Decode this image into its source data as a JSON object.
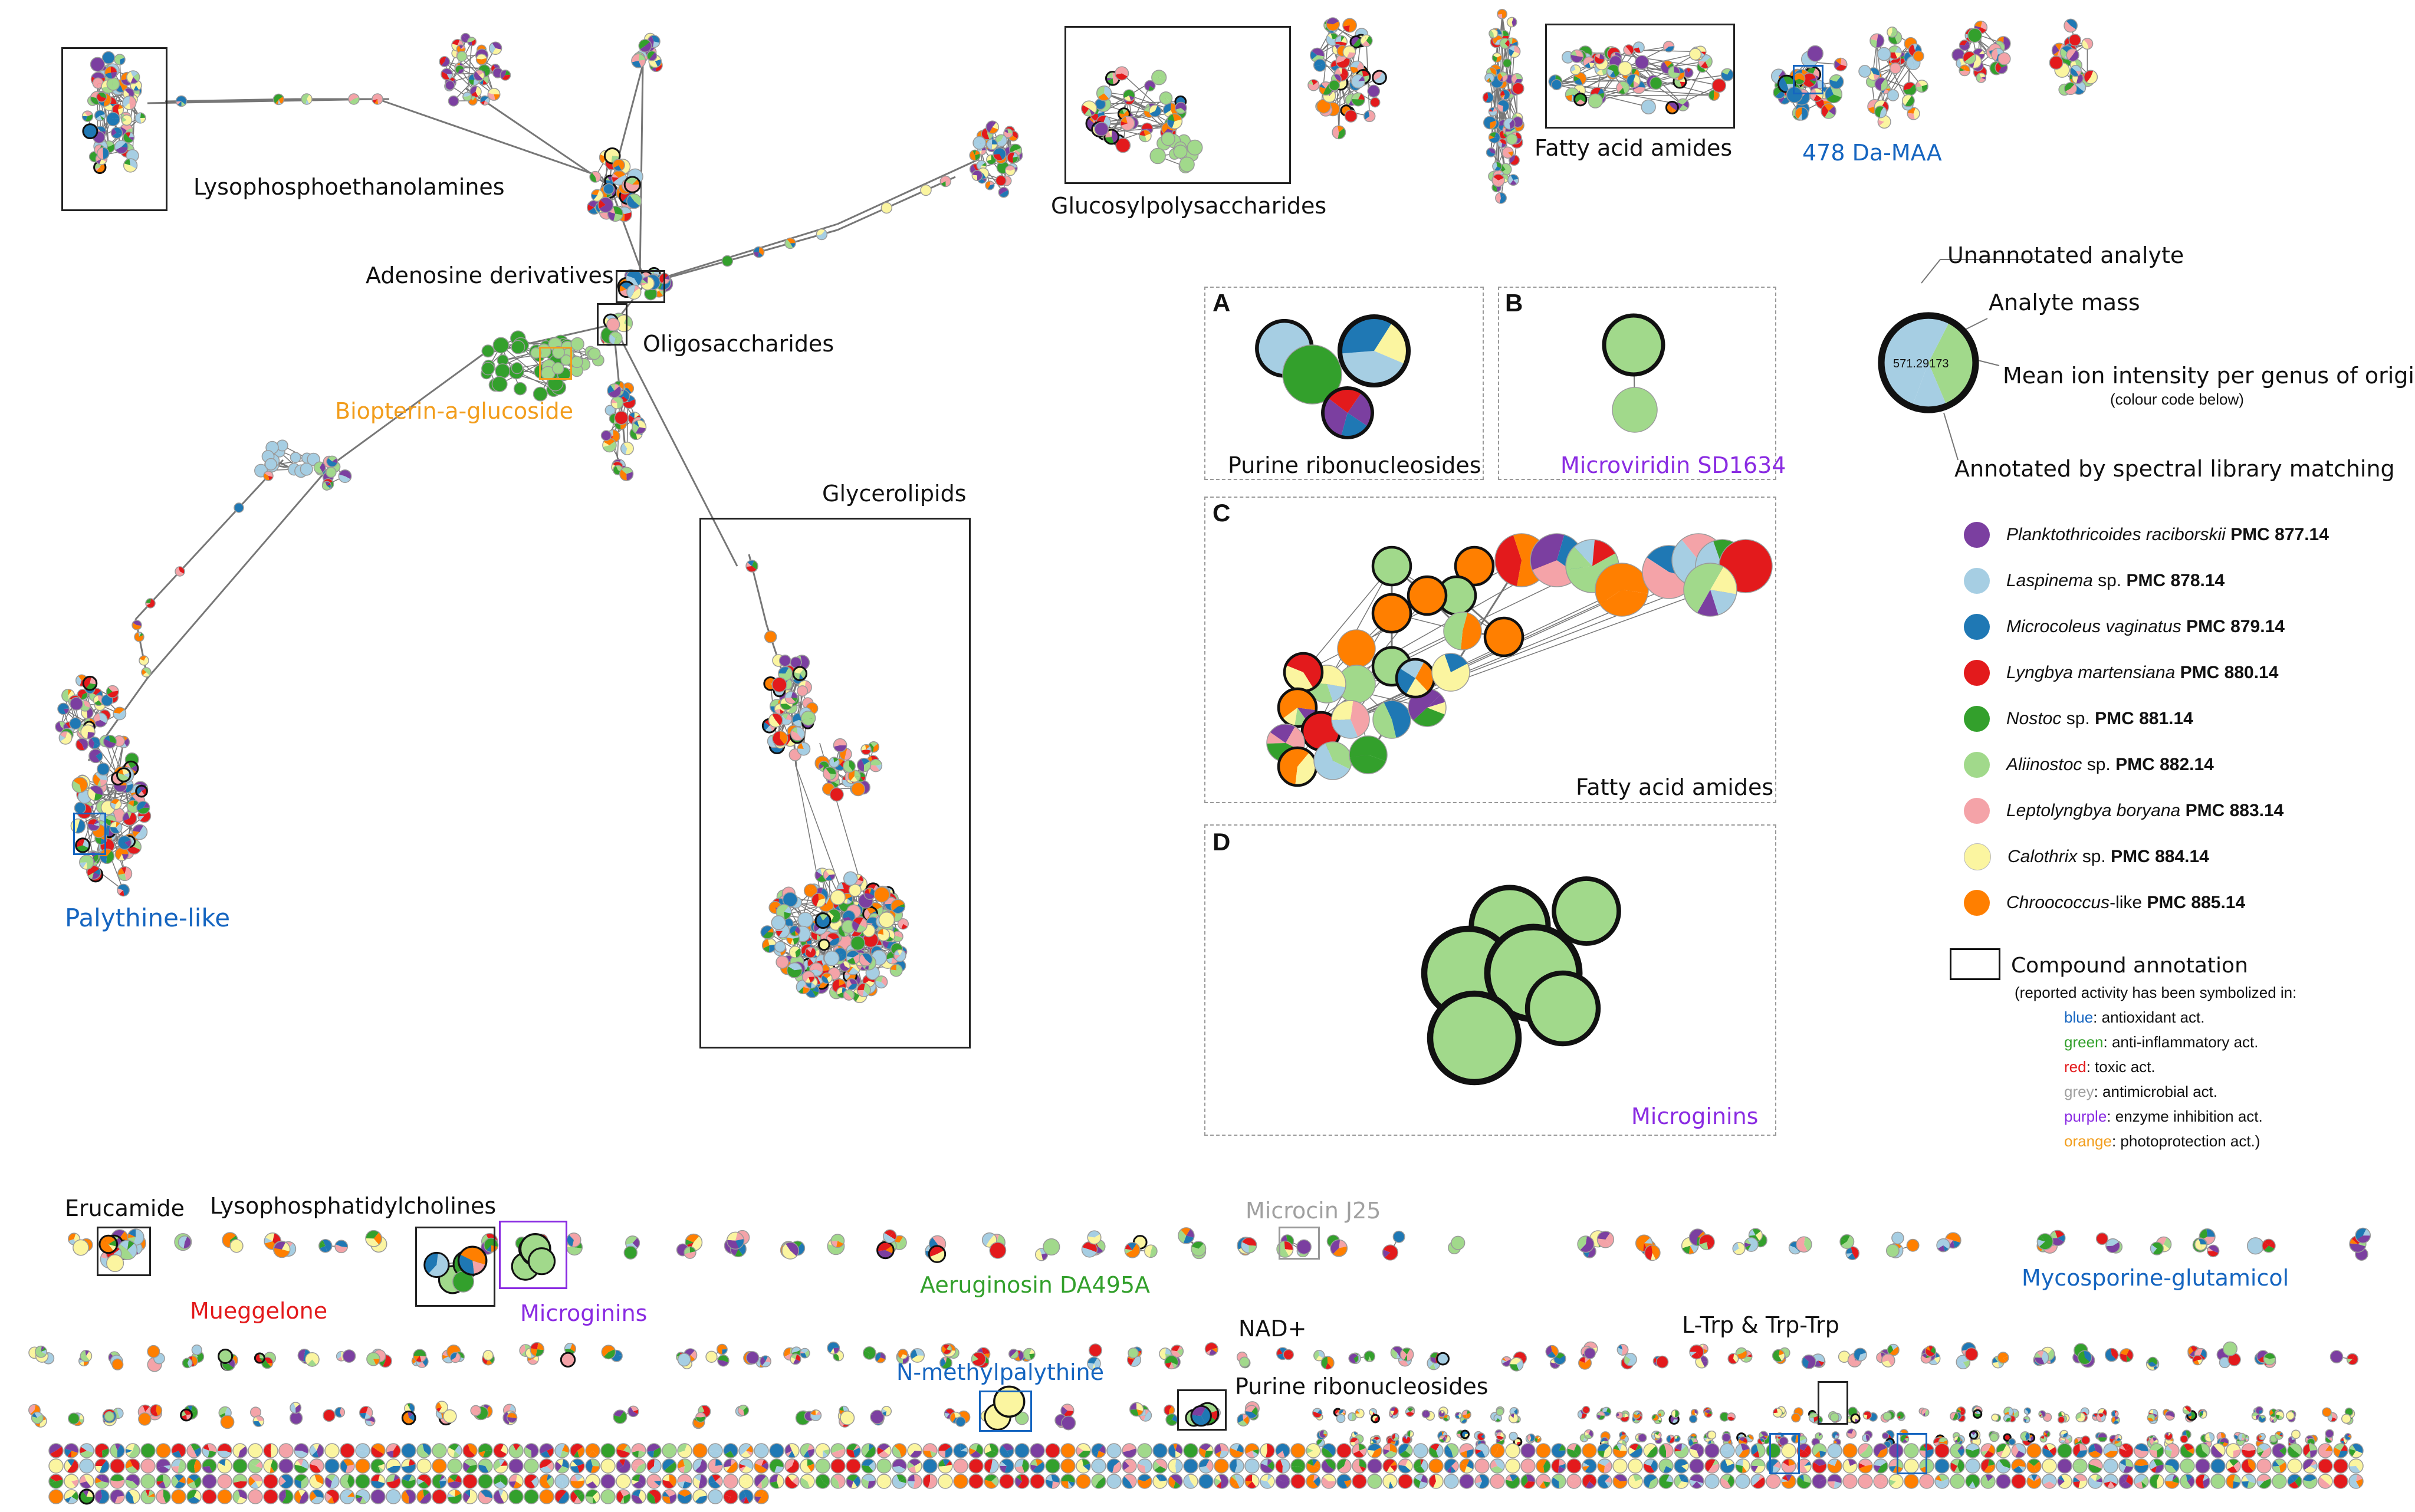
{
  "clusters": {
    "lysophosphoethanolamines": "Lysophosphoethanolamines",
    "adenosine": "Adenosine derivatives",
    "oligosaccharides": "Oligosaccharides",
    "biopterin": "Biopterin-a-glucoside",
    "glycerolipids": "Glycerolipids",
    "glucosylpolysaccharides": "Glucosylpolysaccharides",
    "fatty_acid_amides": "Fatty acid amides",
    "maa": "478 Da-MAA",
    "palythine": "Palythine-like",
    "erucamide": "Erucamide",
    "lysophosphatidylcholines": "Lysophosphatidylcholines",
    "mueggelone": "Mueggelone",
    "microginins": "Microginins",
    "microcin": "Microcin J25",
    "aeruginosin": "Aeruginosin DA495A",
    "mycosporine": "Mycosporine-glutamicol",
    "nad": "NAD+",
    "ltrp": "L-Trp & Trp-Trp",
    "nmethyl": "N-methylpalythine",
    "purine": "Purine ribonucleosides"
  },
  "panels": {
    "A": {
      "letter": "A",
      "caption": "Purine ribonucleosides"
    },
    "B": {
      "letter": "B",
      "caption": "Microviridin SD1634"
    },
    "C": {
      "letter": "C",
      "caption": "Fatty acid amides"
    },
    "D": {
      "letter": "D",
      "caption": "Microginins"
    }
  },
  "key": {
    "unannotated": "Unannotated analyte",
    "analyte_mass": "Analyte mass",
    "mean_ion": "Mean ion intensity per genus of origin",
    "colour_code": "(colour code below)",
    "annotated": "Annotated by spectral library matching",
    "example_mass": "571.29173"
  },
  "legend": [
    {
      "genus": "Planktothricoides raciborskii",
      "suffix": "",
      "strain": "PMC 877.14",
      "color": "#7b3fa0"
    },
    {
      "genus": "Laspinema",
      "suffix": " sp.",
      "strain": "PMC 878.14",
      "color": "#a6cee3"
    },
    {
      "genus": "Microcoleus vaginatus",
      "suffix": "",
      "strain": "PMC 879.14",
      "color": "#1f78b4"
    },
    {
      "genus": "Lyngbya martensiana",
      "suffix": "",
      "strain": "PMC 880.14",
      "color": "#e31a1c"
    },
    {
      "genus": "Nostoc",
      "suffix": " sp.",
      "strain": "PMC 881.14",
      "color": "#33a02c"
    },
    {
      "genus": "Aliinostoc",
      "suffix": " sp.",
      "strain": "PMC 882.14",
      "color": "#a1d98b"
    },
    {
      "genus": "Leptolyngbya boryana",
      "suffix": "",
      "strain": "PMC 883.14",
      "color": "#f4a3a8"
    },
    {
      "genus": "Calothrix",
      "suffix": " sp.",
      "strain": "PMC 884.14",
      "color": "#fbf5a0"
    },
    {
      "genus": "Chroococcus",
      "suffix": "-like",
      "strain": "PMC 885.14",
      "color": "#ff7f00"
    }
  ],
  "annotation_key": {
    "title": "Compound annotation",
    "intro": "(reported activity has been symbolized in:",
    "items": [
      {
        "color_word": "blue",
        "activity": ": antioxidant act.",
        "color": "#1565c0"
      },
      {
        "color_word": "green",
        "activity": ": anti-inflammatory act.",
        "color": "#33a02c"
      },
      {
        "color_word": "red",
        "activity": ": toxic act.",
        "color": "#e31a1c"
      },
      {
        "color_word": "grey",
        "activity": ": antimicrobial act.",
        "color": "#a0a0a0"
      },
      {
        "color_word": "purple",
        "activity": ": enzyme inhibition act.",
        "color": "#8a2be2"
      },
      {
        "color_word": "orange",
        "activity": ": photoprotection act.)",
        "color": "#f29d1c"
      }
    ]
  }
}
